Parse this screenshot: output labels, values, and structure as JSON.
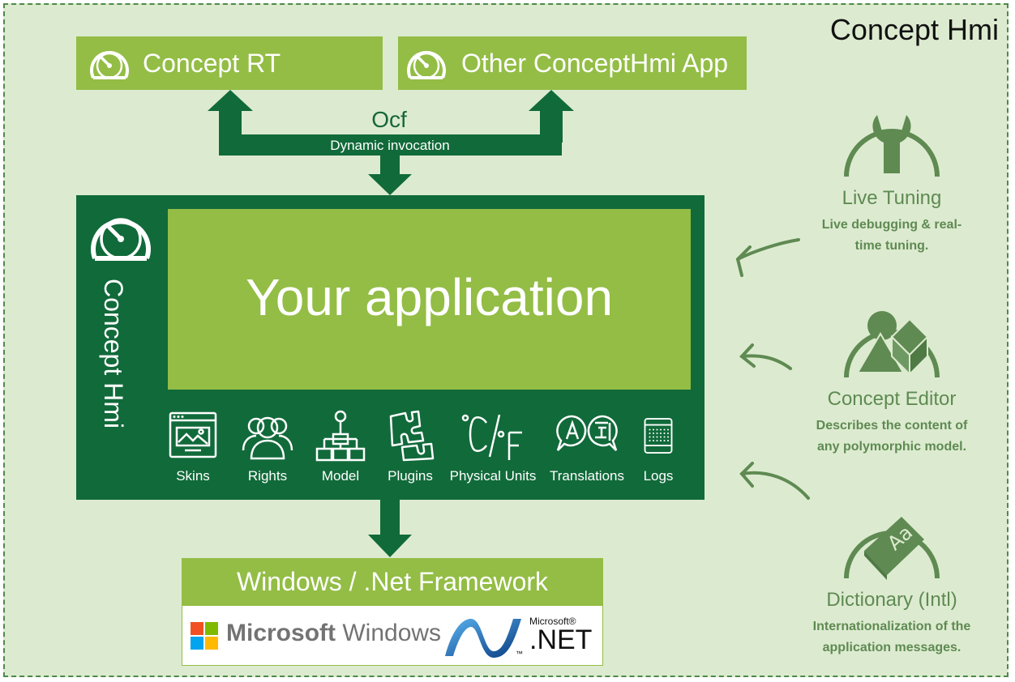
{
  "corner_title": "Concept Hmi",
  "top_apps": [
    {
      "label": "Concept RT",
      "icon": "gauge-icon"
    },
    {
      "label": "Other ConceptHmi App",
      "icon": "gauge-icon"
    }
  ],
  "ocf": {
    "title": "Ocf",
    "subtitle": "Dynamic invocation"
  },
  "core": {
    "title": "Concept Hmi",
    "app_label": "Your application",
    "features": [
      {
        "label": "Skins",
        "icon": "skin-window-icon"
      },
      {
        "label": "Rights",
        "icon": "users-icon"
      },
      {
        "label": "Model",
        "icon": "hierarchy-icon"
      },
      {
        "label": "Plugins",
        "icon": "puzzle-icon"
      },
      {
        "label": "Physical Units",
        "icon": "celsius-fahrenheit-icon"
      },
      {
        "label": "Translations",
        "icon": "translate-icon"
      },
      {
        "label": "Logs",
        "icon": "notebook-icon"
      }
    ]
  },
  "platform": {
    "title": "Windows / .Net Framework",
    "microsoft_windows": {
      "word1": "Microsoft",
      "word2": "Windows"
    },
    "dotnet": {
      "small": "Microsoft®",
      "big": ".NET",
      "tm": "™"
    }
  },
  "tools": [
    {
      "name": "Live Tuning",
      "description": "Live debugging & real-time tuning.",
      "icon": "wrench-icon"
    },
    {
      "name": "Concept Editor",
      "description": "Describes the content of any polymorphic model.",
      "icon": "shapes-icon"
    },
    {
      "name": "Dictionary (Intl)",
      "description": "Internationalization of the application messages.",
      "icon": "dictionary-icon"
    }
  ],
  "colors": {
    "background": "#dcebd0",
    "light_green": "#93bd45",
    "dark_green": "#116a3a",
    "tool_green": "#5f8a52"
  }
}
